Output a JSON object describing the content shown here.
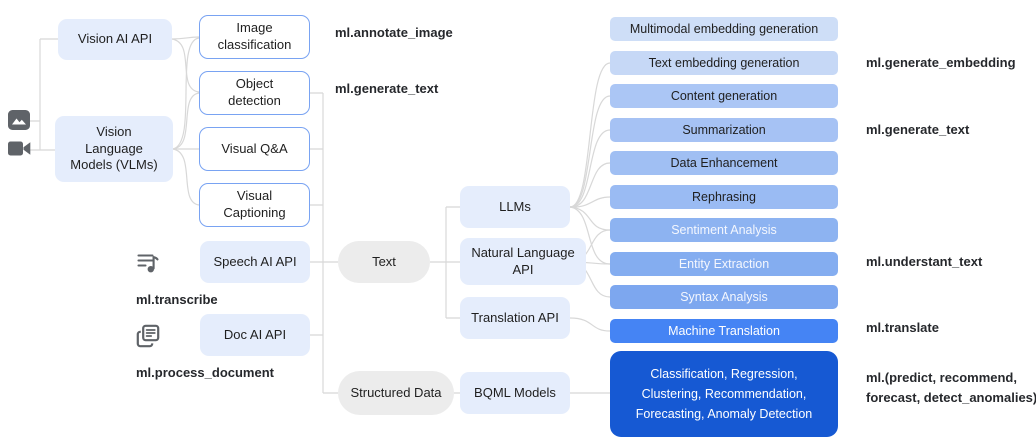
{
  "title": "BigQuery ML capabilities diagram",
  "colors": {
    "connector": "#d8d8d8",
    "node_fill": "#e5edfc",
    "outlined_border": "#79a3f2",
    "pill_fill": "#ececec",
    "icon_gray": "#5f6368",
    "label_text": "#26282c",
    "big_box_fill": "#1659d3"
  },
  "icons": {
    "image": "image-icon",
    "video": "video-camera-icon",
    "speech": "speech-transcript-icon",
    "document": "document-icon"
  },
  "nodes": {
    "vision_ai": {
      "label": "Vision AI API"
    },
    "vlms": {
      "label": "Vision\nLanguage\nModels (VLMs)"
    },
    "image_classification": {
      "label": "Image classification"
    },
    "object_detection": {
      "label": "Object detection"
    },
    "visual_qa": {
      "label": "Visual Q&A"
    },
    "visual_captioning": {
      "label": "Visual Captioning"
    },
    "speech_ai": {
      "label": "Speech AI API"
    },
    "doc_ai": {
      "label": "Doc AI API"
    },
    "text_modality": {
      "label": "Text"
    },
    "structured_data": {
      "label": "Structured Data"
    },
    "llms": {
      "label": "LLMs"
    },
    "natural_language_api": {
      "label": "Natural Language API"
    },
    "translation_api": {
      "label": "Translation API"
    },
    "bqml_models": {
      "label": "BQML Models"
    }
  },
  "function_labels": {
    "annotate_image": "ml.annotate_image",
    "generate_text_left": "ml.generate_text",
    "transcribe": "ml.transcribe",
    "process_document": "ml.process_document",
    "generate_embedding": "ml.generate_embedding",
    "generate_text_right": "ml.generate_text",
    "understant_text": "ml.understant_text",
    "translate": "ml.translate",
    "predict_line1": "ml.(predict, recommend,",
    "predict_line2": "forecast, detect_anomalies)"
  },
  "capabilities": [
    {
      "label": "Multimodal embedding generation",
      "bg": "#cedef7",
      "fg": "#1f1f1f"
    },
    {
      "label": "Text embedding generation",
      "bg": "#c6d8f6",
      "fg": "#1f1f1f"
    },
    {
      "label": "Content generation",
      "bg": "#abc6f5",
      "fg": "#1f1f1f"
    },
    {
      "label": "Summarization",
      "bg": "#a6c2f4",
      "fg": "#1f1f1f"
    },
    {
      "label": "Data Enhancement",
      "bg": "#a0bff3",
      "fg": "#1f1f1f"
    },
    {
      "label": "Rephrasing",
      "bg": "#9abbf3",
      "fg": "#1f1f1f"
    },
    {
      "label": "Sentiment Analysis",
      "bg": "#8db3f1",
      "fg": "#f4f7fe"
    },
    {
      "label": "Entity Extraction",
      "bg": "#84adf0",
      "fg": "#f4f7fe"
    },
    {
      "label": "Syntax Analysis",
      "bg": "#7da7ef",
      "fg": "#f4f7fe"
    },
    {
      "label": "Machine Translation",
      "bg": "#4584f4",
      "fg": "#ffffff"
    }
  ],
  "bqml_capability": {
    "label": "Classification, Regression, Clustering, Recommendation, Forecasting, Anomaly Detection",
    "bg": "#1659d3",
    "fg": "#ffffff"
  }
}
